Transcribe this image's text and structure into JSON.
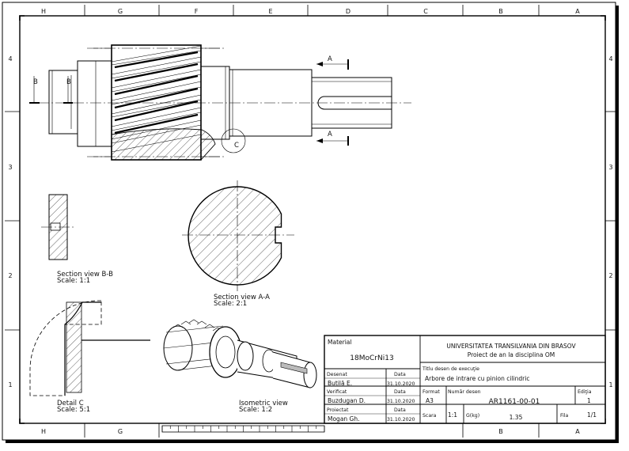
{
  "sheet": {
    "zones_top": [
      "H",
      "G",
      "F",
      "E",
      "D",
      "C",
      "B",
      "A"
    ],
    "zones_bottom": [
      "H",
      "G",
      "B",
      "A"
    ],
    "zones_side": [
      "4",
      "3",
      "2",
      "1"
    ]
  },
  "views": {
    "section_a_mark": "A",
    "section_b_mark": "B",
    "detail_c_mark": "C",
    "section_bb": {
      "title": "Section view B-B",
      "scale": "Scale:  1:1"
    },
    "section_aa": {
      "title": "Section view A-A",
      "scale": "Scale:  2:1"
    },
    "detail_c": {
      "title": "Detail C",
      "scale": "Scale:  5:1"
    },
    "isometric": {
      "title": "Isometric view",
      "scale": "Scale:  1:2"
    }
  },
  "title_block": {
    "material_label": "Material",
    "material": "18MoCrNi13",
    "university": "UNIVERSITATEA TRANSILVANIA DIN BRASOV",
    "project": "Proiect de an la disciplina OM",
    "title_label": "Titlu desen de execuţie",
    "title": "Arbore de intrare cu pinion cilindric",
    "drawn_label": "Desenat",
    "drawn_by": "Butilă E.",
    "checked_label": "Verificat",
    "checked_by": "Buzdugan D.",
    "designed_label": "Proiectat",
    "designed_by": "Mogan Gh.",
    "date_label": "Data",
    "date_drawn": "31.10.2020",
    "date_checked": "31.10.2020",
    "date_designed": "31.10.2020",
    "format_label": "Format",
    "format": "A3",
    "drawing_no_label": "Număr desen",
    "drawing_no": "AR1161-00-01",
    "edition_label": "Ediţia",
    "edition": "1",
    "scale_label": "Scara",
    "scale": "1:1",
    "weight_label": "G(kg)",
    "weight": "1.35",
    "sheet_label": "Fila",
    "sheet": "1/1"
  }
}
